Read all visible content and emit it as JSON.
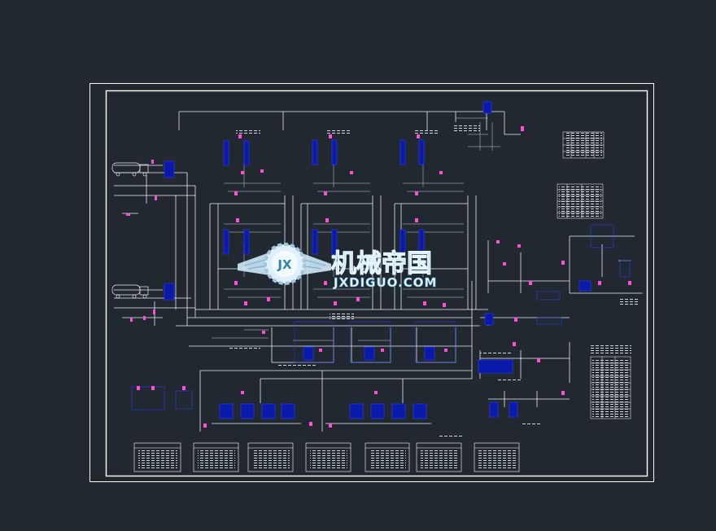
{
  "colors": {
    "background": "#212830",
    "line": "#ffffff",
    "equipment": "#0a1aa8",
    "equipment_edge": "#2a3cff",
    "valve": "#ff4fd8",
    "watermark_blue": "#4ea8d8",
    "watermark_light": "#b8e4ff"
  },
  "watermark": {
    "logo_text": "JX",
    "title": "机械帝国",
    "url": "JXDIGUO.COM",
    "icon": "winged-gear-logo"
  }
}
